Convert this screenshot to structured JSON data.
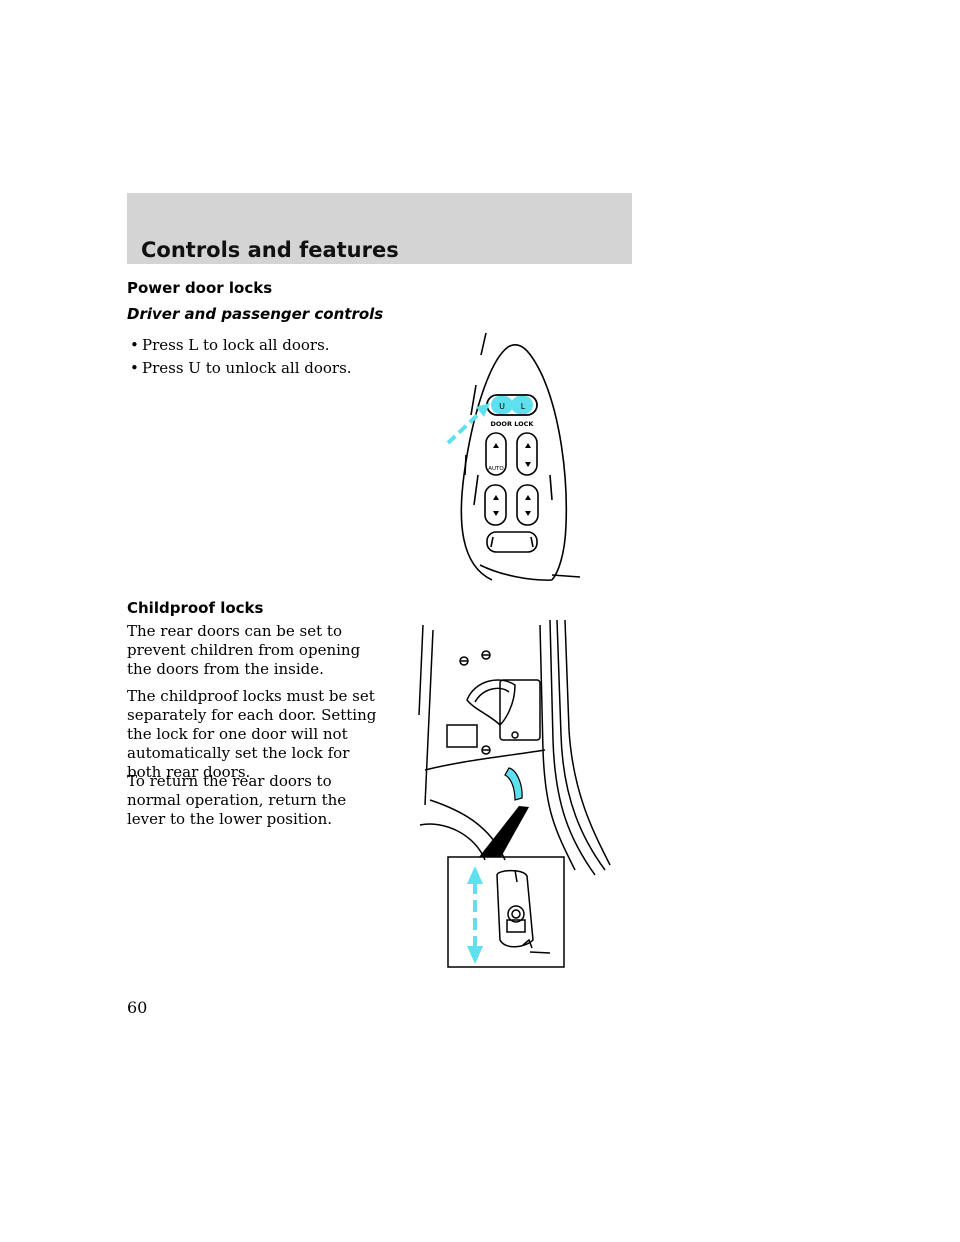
{
  "header": {
    "section_title": "Controls and features"
  },
  "power_locks": {
    "heading": "Power door locks",
    "subheading": "Driver and passenger controls",
    "bullets": [
      "Press L to lock all doors.",
      "Press U to unlock all doors."
    ],
    "figure": {
      "switch_left": "U",
      "switch_right": "L",
      "caption": "DOOR LOCK",
      "auto_label": "AUTO"
    }
  },
  "childproof": {
    "heading": "Childproof locks",
    "paragraphs": [
      "The rear doors can be set to prevent children from opening the doors from the inside.",
      "The childproof locks must be set separately for each door. Setting the lock for one door will not automatically set the lock for both rear doors.",
      "To return the rear doors to normal operation, return the lever to the lower position."
    ]
  },
  "footer": {
    "page_number": "60"
  },
  "colors": {
    "header_band": "#d4d4d4",
    "accent": "#5ee0ee"
  },
  "icons": [
    "bullet-dot-icon",
    "cyan-pointer-arrow-icon",
    "double-headed-arrow-icon"
  ]
}
